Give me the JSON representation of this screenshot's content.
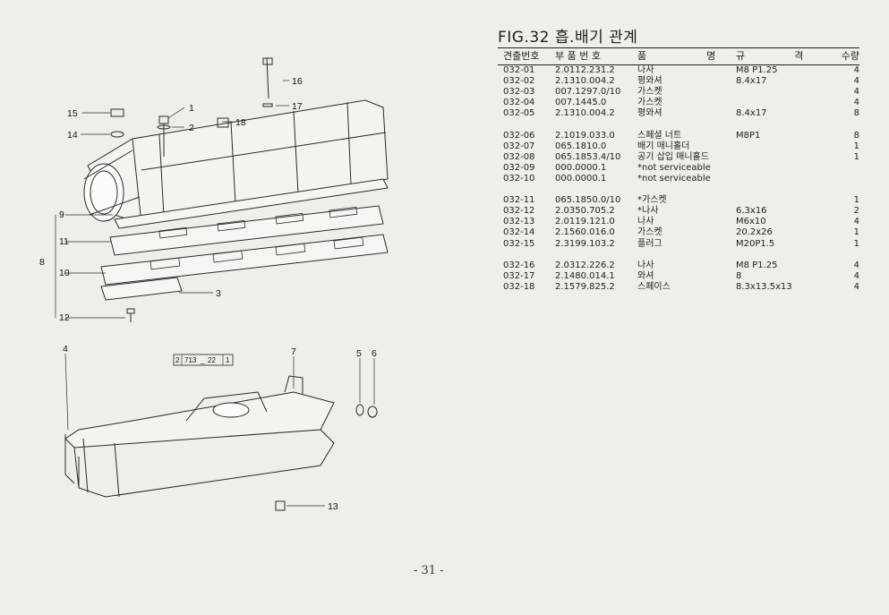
{
  "figure": {
    "title": "FIG.32 흡.배기 관계"
  },
  "table": {
    "headers": {
      "no": "견출번호",
      "part": "부 품 번 호",
      "name_a": "품",
      "name_b": "명",
      "spec_a": "규",
      "spec_b": "격",
      "qty": "수량"
    },
    "rows": [
      {
        "no": "032-01",
        "part": "2.0112.231.2",
        "name": "나사",
        "spec": "M8 P1.25",
        "qty": "4"
      },
      {
        "no": "032-02",
        "part": "2.1310.004.2",
        "name": "평와셔",
        "spec": "8.4x17",
        "qty": "4"
      },
      {
        "no": "032-03",
        "part": "007.1297.0/10",
        "name": "가스켓",
        "spec": "",
        "qty": "4"
      },
      {
        "no": "032-04",
        "part": "007.1445.0",
        "name": "가스켓",
        "spec": "",
        "qty": "4"
      },
      {
        "no": "032-05",
        "part": "2.1310.004.2",
        "name": "평와셔",
        "spec": "8.4x17",
        "qty": "8"
      },
      {
        "no": "032-06",
        "part": "2.1019.033.0",
        "name": "스페셜 너트",
        "spec": "M8P1",
        "qty": "8"
      },
      {
        "no": "032-07",
        "part": "065.1810.0",
        "name": "배기 매니홀더",
        "spec": "",
        "qty": "1"
      },
      {
        "no": "032-08",
        "part": "065.1853.4/10",
        "name": "공기 삽입 매니홀드",
        "spec": "",
        "qty": "1"
      },
      {
        "no": "032-09",
        "part": "000.0000.1",
        "name": "*not serviceable",
        "spec": "",
        "qty": ""
      },
      {
        "no": "032-10",
        "part": "000.0000.1",
        "name": "*not serviceable",
        "spec": "",
        "qty": ""
      },
      {
        "no": "032-11",
        "part": "065.1850.0/10",
        "name": "*가스켓",
        "spec": "",
        "qty": "1"
      },
      {
        "no": "032-12",
        "part": "2.0350.705.2",
        "name": "*나사",
        "spec": "6.3x16",
        "qty": "2"
      },
      {
        "no": "032-13",
        "part": "2.0119.121.0",
        "name": "나사",
        "spec": "M6x10",
        "qty": "4"
      },
      {
        "no": "032-14",
        "part": "2.1560.016.0",
        "name": "가스켓",
        "spec": "20.2x26",
        "qty": "1"
      },
      {
        "no": "032-15",
        "part": "2.3199.103.2",
        "name": "플러그",
        "spec": "M20P1.5",
        "qty": "1"
      },
      {
        "no": "032-16",
        "part": "2.0312.226.2",
        "name": "나사",
        "spec": "M8 P1.25",
        "qty": "4"
      },
      {
        "no": "032-17",
        "part": "2.1480.014.1",
        "name": "와셔",
        "spec": "8",
        "qty": "4"
      },
      {
        "no": "032-18",
        "part": "2.1579.825.2",
        "name": "스페이스",
        "spec": "8.3x13.5x13",
        "qty": "4"
      }
    ],
    "group_breaks_after": [
      4,
      9,
      14
    ]
  },
  "drawing": {
    "callouts": [
      "1",
      "2",
      "3",
      "4",
      "5",
      "6",
      "7",
      "8",
      "9",
      "10",
      "11",
      "12",
      "13",
      "14",
      "15",
      "16",
      "17",
      "18"
    ],
    "reference_box": [
      "2",
      "713",
      "_",
      "22",
      "1"
    ]
  },
  "footer": {
    "page_number": "- 31 -"
  }
}
